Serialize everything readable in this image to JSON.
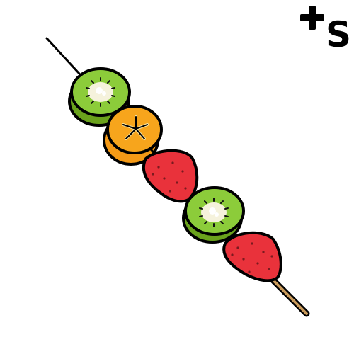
{
  "logo": {
    "text": "S"
  },
  "colors": {
    "outline": "#000000",
    "skewer": "#c99a5b",
    "kiwi_skin": "#6aa21c",
    "kiwi_flesh": "#8ccc3a",
    "kiwi_core": "#f5f2dc",
    "orange": "#f59a16",
    "orange_segment": "#f6e5a6",
    "strawberry": "#e9323b",
    "strawberry_seed": "#7a1a1f"
  },
  "skewer_items": [
    "kiwi-slice",
    "orange-slice",
    "strawberry",
    "kiwi-slice",
    "strawberry"
  ]
}
